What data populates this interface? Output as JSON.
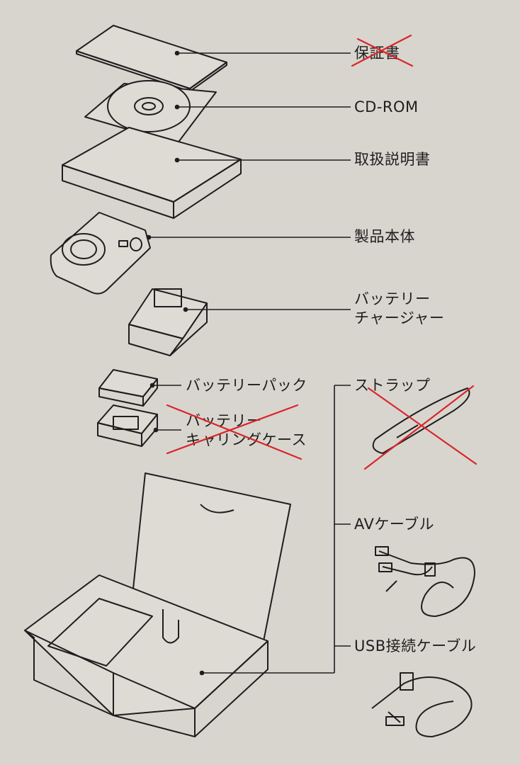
{
  "items": [
    {
      "label": "保証書",
      "crossed_out": true
    },
    {
      "label": "CD-ROM",
      "crossed_out": false
    },
    {
      "label": "取扱説明書",
      "crossed_out": false
    },
    {
      "label": "製品本体",
      "crossed_out": false
    },
    {
      "label_line1": "バッテリー",
      "label_line2": "チャージャー",
      "crossed_out": false
    },
    {
      "label": "バッテリーパック",
      "crossed_out": false
    },
    {
      "label_line1": "バッテリー",
      "label_line2": "キャリングケース",
      "crossed_out": true
    },
    {
      "label": "ストラップ",
      "crossed_out": true
    },
    {
      "label": "AVケーブル",
      "crossed_out": false
    },
    {
      "label": "USB接続ケーブル",
      "crossed_out": false
    }
  ],
  "colors": {
    "background": "#d8d5cf",
    "ink": "#1e1e1e",
    "cross_mark": "#d9262a"
  }
}
